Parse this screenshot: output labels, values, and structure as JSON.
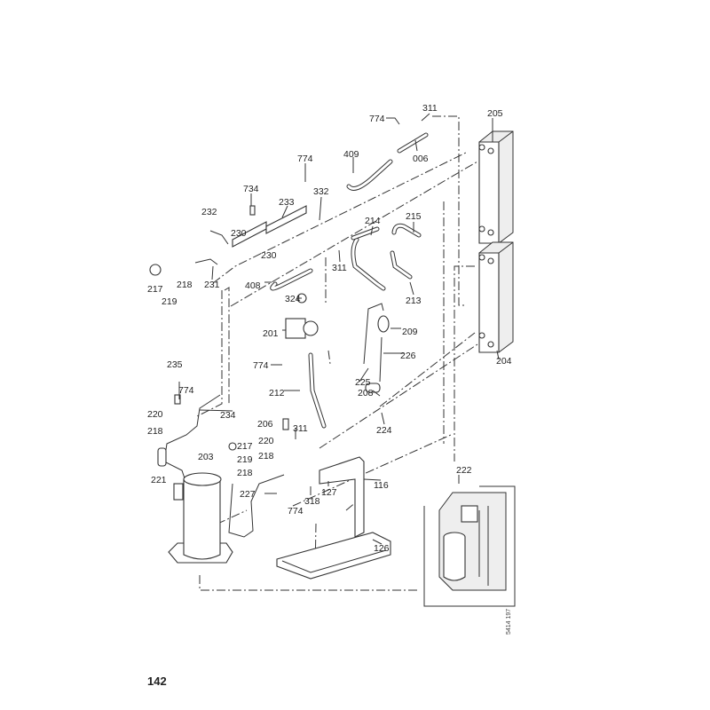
{
  "page_number": "142",
  "document_code": "5414 197",
  "callouts": [
    "311",
    "774",
    "205",
    "409",
    "006",
    "774",
    "734",
    "332",
    "233",
    "232",
    "214",
    "215",
    "230",
    "230",
    "311",
    "231",
    "217",
    "218",
    "219",
    "408",
    "324",
    "213",
    "201",
    "209",
    "226",
    "204",
    "235",
    "774",
    "774",
    "225",
    "212",
    "208",
    "220",
    "234",
    "206",
    "311",
    "224",
    "218",
    "217",
    "220",
    "219",
    "218",
    "203",
    "218",
    "222",
    "116",
    "221",
    "227",
    "127",
    "318",
    "774",
    "126"
  ]
}
